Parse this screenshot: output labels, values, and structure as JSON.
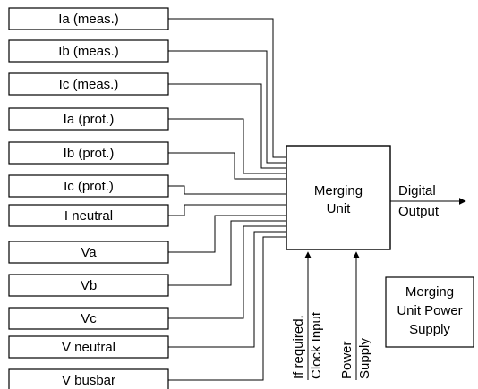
{
  "inputs": [
    {
      "label": "Ia (meas.)"
    },
    {
      "label": "Ib (meas.)"
    },
    {
      "label": "Ic (meas.)"
    },
    {
      "label": "Ia (prot.)"
    },
    {
      "label": "Ib (prot.)"
    },
    {
      "label": "Ic (prot.)"
    },
    {
      "label": "I neutral"
    },
    {
      "label": "Va"
    },
    {
      "label": "Vb"
    },
    {
      "label": "Vc"
    },
    {
      "label": "V neutral"
    },
    {
      "label": "V busbar"
    }
  ],
  "merging_unit": {
    "line1": "Merging",
    "line2": "Unit"
  },
  "output": {
    "line1": "Digital",
    "line2": "Output"
  },
  "clock_input": {
    "line1": "If required,",
    "line2": "Clock Input"
  },
  "power_supply": {
    "line1": "Power",
    "line2": "Supply"
  },
  "power_unit": {
    "line1": "Merging",
    "line2": "Unit Power",
    "line3": "Supply"
  }
}
